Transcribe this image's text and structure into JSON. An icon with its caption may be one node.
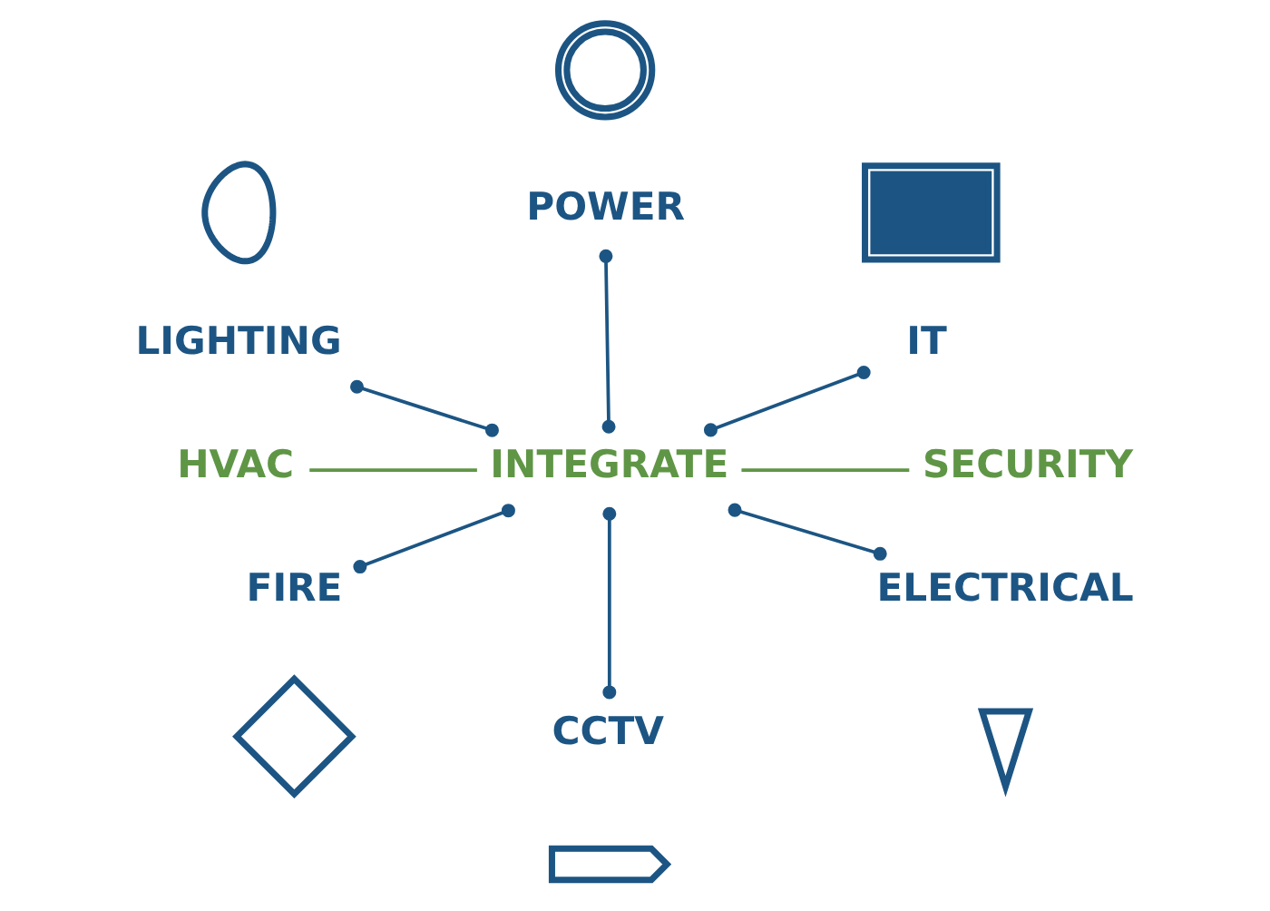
{
  "diagram": {
    "nodes": [
      {
        "text": [],
        "shape": "picture"
      },
      {
        "text": [
          "LIGHTING"
        ]
      },
      {
        "text": [],
        "shape": "picture"
      },
      {
        "text": [
          "POWER"
        ]
      },
      {
        "text": [],
        "shape": "picture"
      },
      {
        "text": [
          "IT"
        ]
      },
      {
        "text": [
          "HVAC"
        ]
      },
      {
        "text": [
          "INTEGRATE"
        ]
      },
      {
        "text": [
          "SECURITY"
        ]
      },
      {
        "text": [
          "FIRE"
        ]
      },
      {
        "text": [],
        "shape": "picture"
      },
      {
        "text": [
          "CCTV"
        ]
      },
      {
        "text": [],
        "shape": "picture"
      },
      {
        "text": [
          "ELECTRICAL"
        ]
      },
      {
        "text": [],
        "shape": "picture"
      }
    ],
    "edges": [
      {
        "from": 1,
        "to": 7,
        "arrow": "other"
      },
      {
        "from": 3,
        "to": 7,
        "arrow": "other"
      },
      {
        "from": 5,
        "to": 7,
        "arrow": "other"
      },
      {
        "from": 6,
        "to": 7,
        "arrow": "none",
        "color": "#5f9646"
      },
      {
        "from": 7,
        "to": 8,
        "arrow": "none",
        "color": "#5f9646"
      },
      {
        "from": 7,
        "to": 9,
        "arrow": "other"
      },
      {
        "from": 7,
        "to": 11,
        "arrow": "other"
      },
      {
        "from": 7,
        "to": 13,
        "arrow": "other"
      }
    ]
  }
}
